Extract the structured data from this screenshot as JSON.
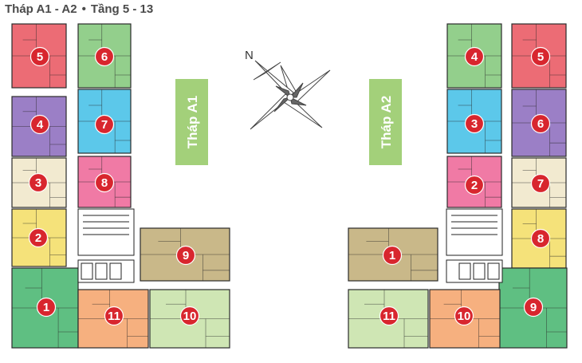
{
  "header": {
    "title_left": "Tháp A1 - A2",
    "title_sep": "•",
    "title_right": "Tầng 5 - 13"
  },
  "compass": {
    "north_label": "N"
  },
  "towers": [
    {
      "id": "a1",
      "label": "Tháp A1"
    },
    {
      "id": "a2",
      "label": "Tháp A2"
    }
  ],
  "colors": {
    "red": "#ec6c75",
    "green": "#93cf8c",
    "purple": "#9b7fc6",
    "cyan": "#5cc8ea",
    "cream": "#f2ead0",
    "pink": "#f07aa5",
    "yellow": "#f5e27a",
    "deep_green": "#5fbf82",
    "peach": "#f6b07f",
    "light_green": "#cfe6b4",
    "olive": "#c9b889",
    "marker": "#d8262e",
    "tower_label_bg": "#a3d07a"
  },
  "units_a1": [
    {
      "n": "5",
      "color": "red"
    },
    {
      "n": "6",
      "color": "green"
    },
    {
      "n": "4",
      "color": "purple"
    },
    {
      "n": "7",
      "color": "cyan"
    },
    {
      "n": "3",
      "color": "cream"
    },
    {
      "n": "8",
      "color": "pink"
    },
    {
      "n": "2",
      "color": "yellow"
    },
    {
      "n": "9",
      "color": "olive"
    },
    {
      "n": "1",
      "color": "deep_green"
    },
    {
      "n": "11",
      "color": "peach"
    },
    {
      "n": "10",
      "color": "light_green"
    }
  ],
  "units_a2": [
    {
      "n": "4",
      "color": "green"
    },
    {
      "n": "5",
      "color": "red"
    },
    {
      "n": "3",
      "color": "cyan"
    },
    {
      "n": "6",
      "color": "purple"
    },
    {
      "n": "2",
      "color": "pink"
    },
    {
      "n": "7",
      "color": "cream"
    },
    {
      "n": "8",
      "color": "yellow"
    },
    {
      "n": "1",
      "color": "olive"
    },
    {
      "n": "9",
      "color": "deep_green"
    },
    {
      "n": "11",
      "color": "light_green"
    },
    {
      "n": "10",
      "color": "peach"
    }
  ]
}
